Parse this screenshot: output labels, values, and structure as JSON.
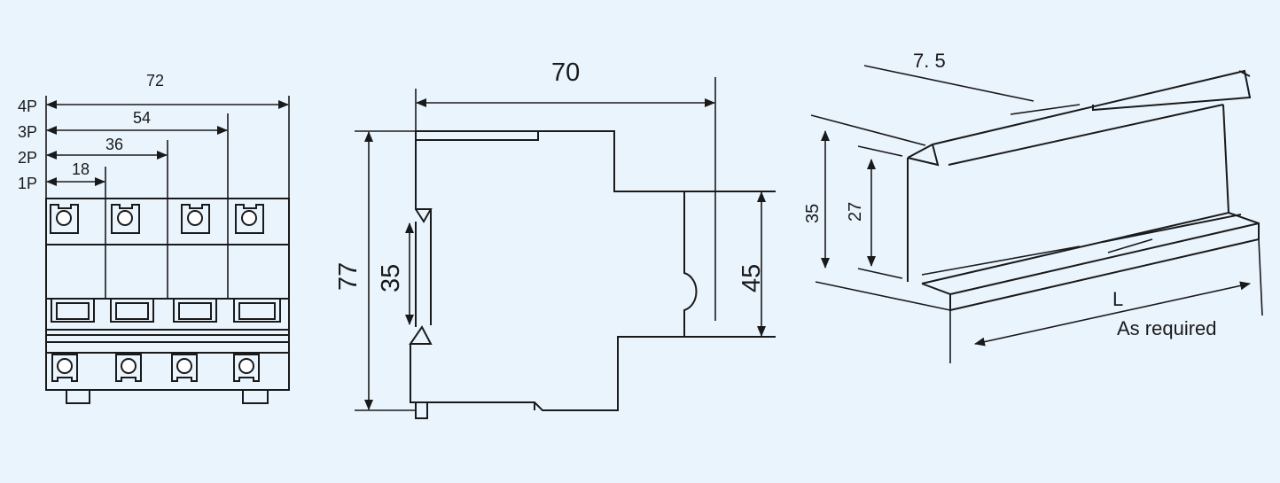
{
  "front_view": {
    "pole_labels": [
      "4P",
      "3P",
      "2P",
      "1P"
    ],
    "width_labels": [
      "72",
      "54",
      "36",
      "18"
    ]
  },
  "side_view": {
    "width_label": "70",
    "height_label": "77",
    "rail_label": "35",
    "front_height_label": "45"
  },
  "rail_view": {
    "lip_label": "7. 5",
    "outer_height_label": "35",
    "inner_height_label": "27",
    "length_label": "L",
    "length_note": "As required"
  }
}
